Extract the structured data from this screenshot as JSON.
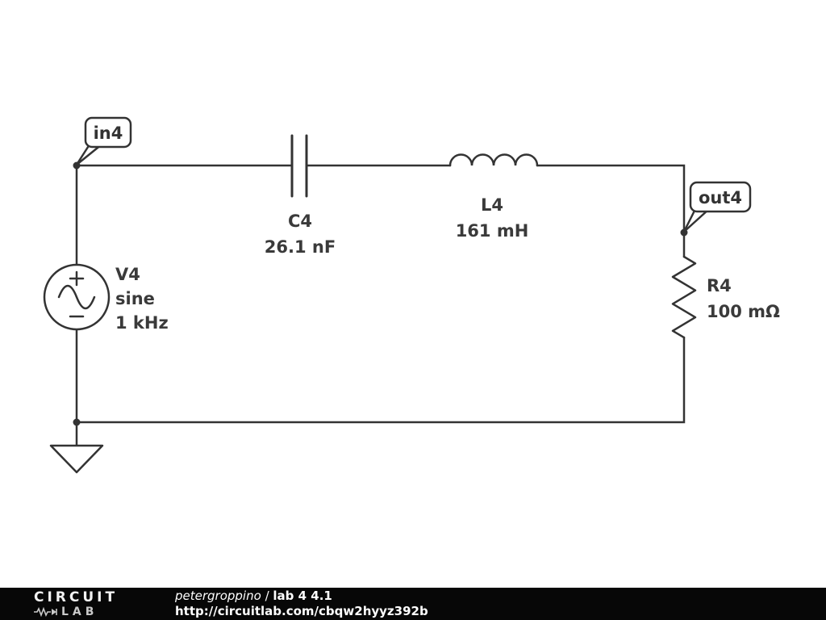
{
  "circuit": {
    "node_in": {
      "label": "in4"
    },
    "node_out": {
      "label": "out4"
    },
    "source": {
      "name": "V4",
      "waveform": "sine",
      "frequency": "1 kHz"
    },
    "capacitor": {
      "name": "C4",
      "value": "26.1 nF"
    },
    "inductor": {
      "name": "L4",
      "value": "161 mH"
    },
    "resistor": {
      "name": "R4",
      "value": "100 mΩ"
    }
  },
  "footer": {
    "logo_top": "CIRCUIT",
    "logo_bottom": "LAB",
    "author": "petergroppino",
    "separator": " / ",
    "title": "lab 4 4.1",
    "url": "http://circuitlab.com/cbqw2hyyz392b"
  },
  "colors": {
    "wire": "#333333",
    "label": "#3a3a3a",
    "background": "#ffffff",
    "footer_bg": "#070707"
  }
}
